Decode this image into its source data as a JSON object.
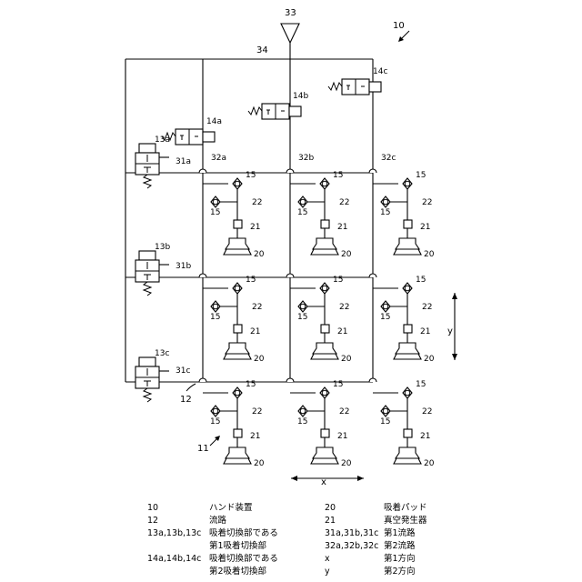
{
  "figure": {
    "ref_device": "10",
    "ref_pump": "33",
    "ref_main_line": "34",
    "ref_path": "12",
    "ref_hand": "11",
    "first_switches": [
      "13a",
      "13b",
      "13c"
    ],
    "second_switches": [
      "14a",
      "14b",
      "14c"
    ],
    "first_paths": [
      "31a",
      "31b",
      "31c"
    ],
    "second_paths": [
      "32a",
      "32b",
      "32c"
    ],
    "ref_check_valve": "15",
    "ref_tube": "22",
    "ref_generator": "21",
    "ref_pad": "20",
    "axis_x": "x",
    "axis_y": "y"
  },
  "legend": [
    {
      "code": "10",
      "text": "ハンド装置",
      "code2": "20",
      "text2": "吸着パッド"
    },
    {
      "code": "12",
      "text": "流路",
      "code2": "21",
      "text2": "真空発生器"
    },
    {
      "code": "13a,13b,13c",
      "text": "吸着切換部である",
      "code2": "31a,31b,31c",
      "text2": "第1流路"
    },
    {
      "code": "",
      "text": "第1吸着切換部",
      "code2": "32a,32b,32c",
      "text2": "第2流路"
    },
    {
      "code": "14a,14b,14c",
      "text": "吸着切換部である",
      "code2": "x",
      "text2": "第1方向"
    },
    {
      "code": "",
      "text": "第2吸着切換部",
      "code2": "y",
      "text2": "第2方向"
    }
  ]
}
